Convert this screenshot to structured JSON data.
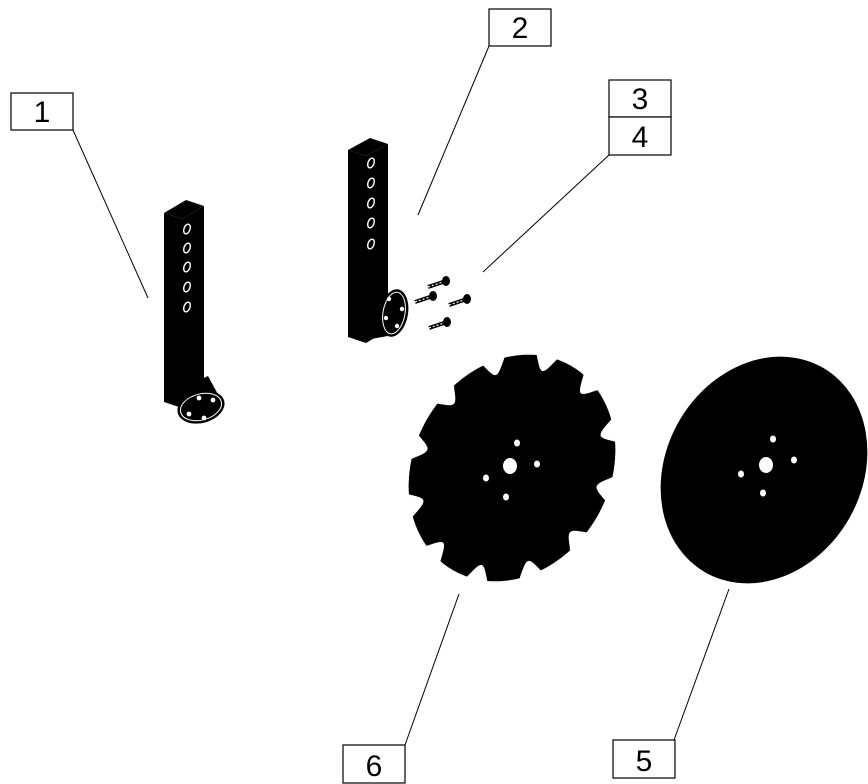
{
  "callouts": [
    {
      "id": "1",
      "label": "1"
    },
    {
      "id": "2",
      "label": "2"
    },
    {
      "id": "3",
      "label": "3"
    },
    {
      "id": "4",
      "label": "4"
    },
    {
      "id": "5",
      "label": "5"
    },
    {
      "id": "6",
      "label": "6"
    }
  ],
  "parts": [
    {
      "item": "1",
      "depicts": "arm-bracket-with-hub-flange"
    },
    {
      "item": "2",
      "depicts": "arm-bracket-with-hub-flange"
    },
    {
      "item": "3-4",
      "depicts": "hub-bolts"
    },
    {
      "item": "5",
      "depicts": "plain-disc-blade"
    },
    {
      "item": "6",
      "depicts": "notched-disc-blade"
    }
  ],
  "colors": {
    "ink": "#000000",
    "paper": "#ffffff"
  }
}
